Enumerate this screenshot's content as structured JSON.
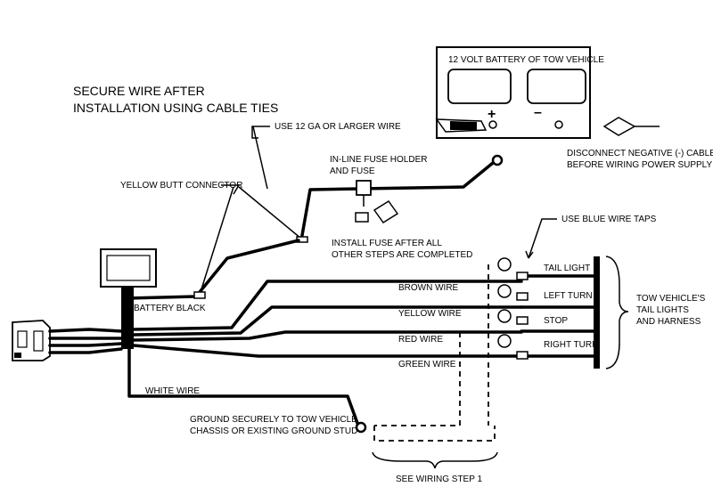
{
  "title_lines": [
    "SECURE WIRE AFTER",
    "INSTALLATION USING CABLE TIES"
  ],
  "battery": {
    "label": "12 VOLT BATTERY OF TOW VEHICLE",
    "plus": "+",
    "minus": "–"
  },
  "labels": {
    "gauge": "USE 12 GA OR LARGER WIRE",
    "fuse_holder": [
      "IN-LINE FUSE HOLDER",
      "AND FUSE"
    ],
    "disconnect": [
      "DISCONNECT NEGATIVE (-) CABLE",
      "BEFORE WIRING POWER SUPPLY"
    ],
    "butt_connector": "YELLOW BUTT CONNECTOR",
    "install_fuse": [
      "INSTALL FUSE AFTER ALL",
      "OTHER STEPS ARE COMPLETED"
    ],
    "blue_taps": "USE BLUE WIRE TAPS",
    "battery_black": "BATTERY BLACK",
    "white_wire": "WHITE WIRE",
    "ground": [
      "GROUND SECURELY TO TOW VEHICLE",
      "CHASSIS OR EXISTING GROUND STUD"
    ],
    "see_step": "SEE WIRING STEP 1",
    "harness": [
      "TOW VEHICLE'S",
      "TAIL LIGHTS",
      "AND HARNESS"
    ]
  },
  "wires": [
    "BROWN WIRE",
    "YELLOW WIRE",
    "RED WIRE",
    "GREEN WIRE"
  ],
  "taps": [
    "TAIL LIGHT",
    "LEFT TURN",
    "STOP",
    "RIGHT TURN"
  ]
}
